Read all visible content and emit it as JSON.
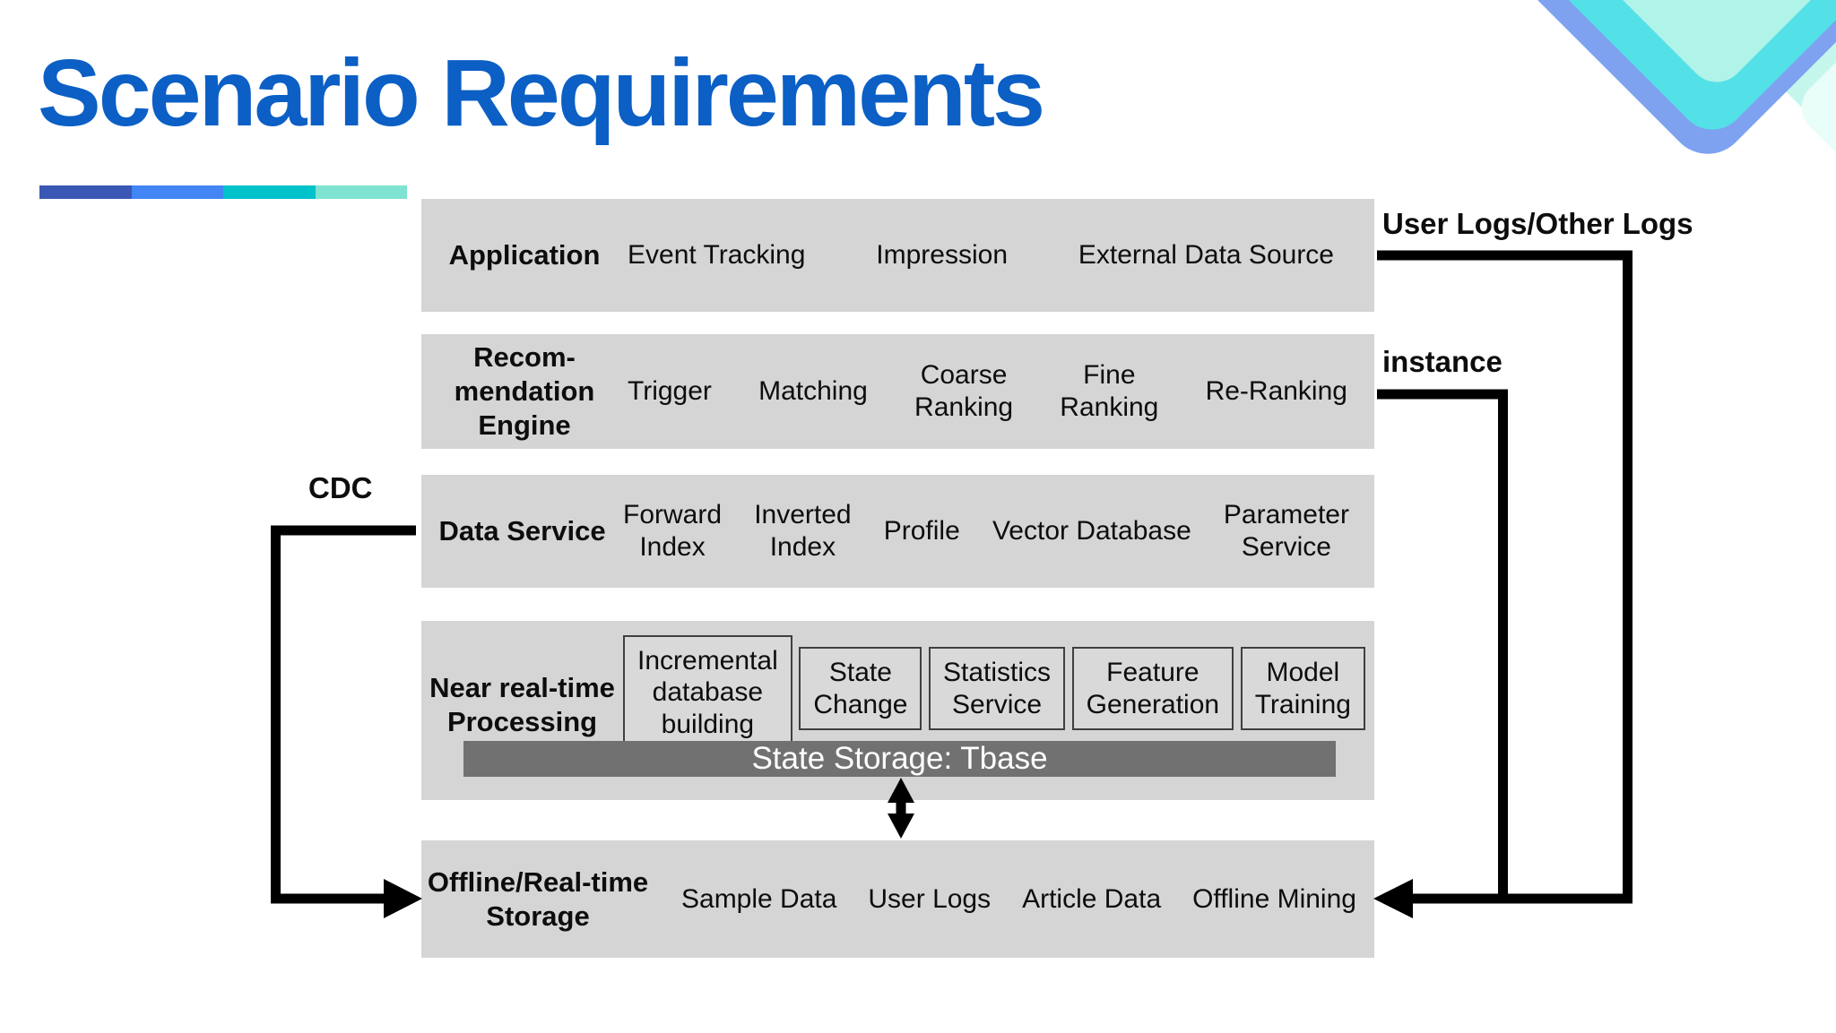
{
  "title": "Scenario Requirements",
  "bands": {
    "application": {
      "label": "Application",
      "items": [
        "Event Tracking",
        "Impression",
        "External Data Source"
      ]
    },
    "recommendation": {
      "label": "Recom-\nmendation\nEngine",
      "items": [
        "Trigger",
        "Matching",
        "Coarse\nRanking",
        "Fine\nRanking",
        "Re-Ranking"
      ]
    },
    "data_service": {
      "label": "Data Service",
      "items": [
        "Forward\nIndex",
        "Inverted\nIndex",
        "Profile",
        "Vector Database",
        "Parameter\nService"
      ]
    },
    "near_real_time": {
      "label": "Near real-time\nProcessing",
      "boxes": [
        "Incremental\ndatabase\nbuilding",
        "State\nChange",
        "Statistics\nService",
        "Feature\nGeneration",
        "Model\nTraining"
      ],
      "storage_bar": "State Storage: Tbase"
    },
    "offline_storage": {
      "label": "Offline/Real-time\nStorage",
      "items": [
        "Sample Data",
        "User Logs",
        "Article Data",
        "Offline Mining"
      ]
    }
  },
  "annotations": {
    "user_logs": "User Logs/Other Logs",
    "instance": "instance",
    "cdc": "CDC"
  },
  "colors": {
    "title": "#0b5fc5",
    "band_bg": "#d5d5d5",
    "box_bg": "#d9d9d9",
    "storage_bar_bg": "#717171",
    "storage_bar_text": "#ffffff",
    "arrow": "#000000",
    "chevron_blue": "#7ea2f0",
    "chevron_cyan": "#53e0e6",
    "chevron_mint": "#aff3e9",
    "chevron_faint_outer": "#c5f6ec",
    "chevron_faint_inner": "#e9fdf9",
    "accent_segments": [
      "#3b57b5",
      "#4285f4",
      "#00c2cb",
      "#7fe3d2"
    ]
  }
}
